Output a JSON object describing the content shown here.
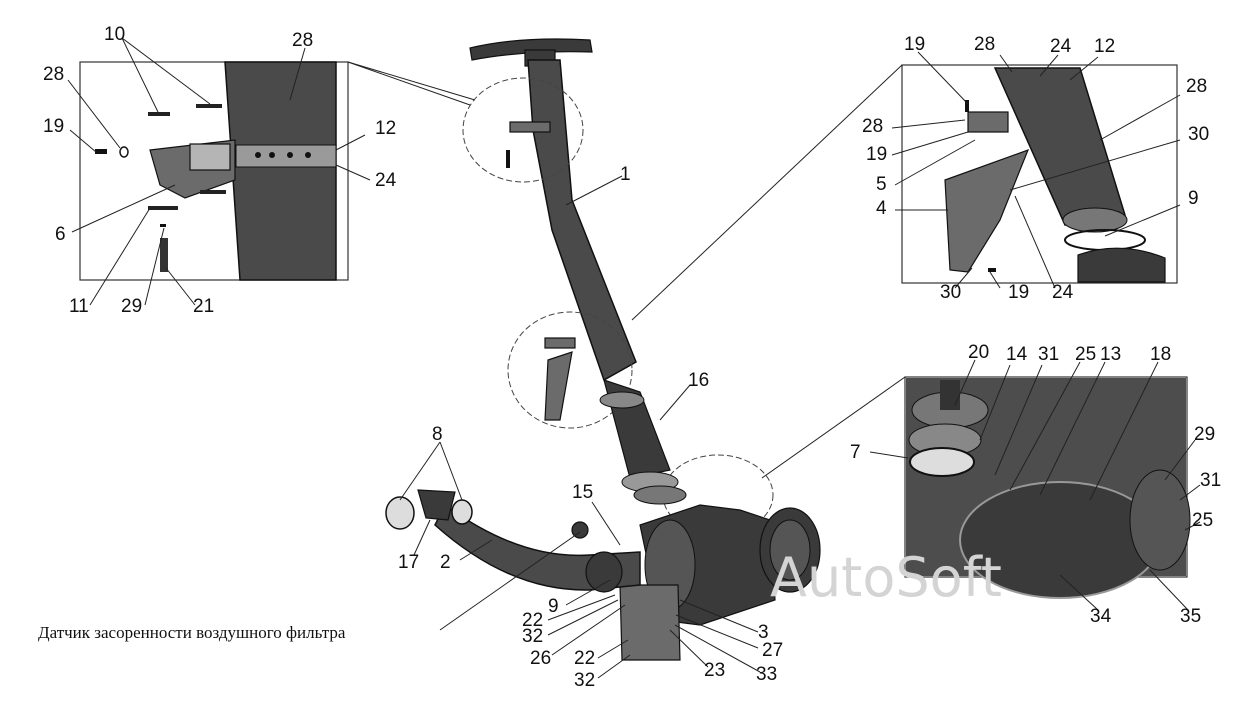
{
  "sensor_caption": "Датчик засоренности воздушного фильтра",
  "watermark": "AutoSoft",
  "callouts": {
    "left_inset": [
      "10",
      "28",
      "28",
      "19",
      "12",
      "24",
      "6",
      "11",
      "29",
      "21"
    ],
    "right_inset": [
      "19",
      "28",
      "24",
      "12",
      "28",
      "28",
      "30",
      "19",
      "5",
      "4",
      "9",
      "30",
      "19",
      "24"
    ],
    "lower_inset": [
      "20",
      "14",
      "31",
      "25",
      "13",
      "18",
      "7",
      "29",
      "31",
      "25",
      "34",
      "35"
    ],
    "main": [
      "1",
      "16",
      "8",
      "15",
      "17",
      "2",
      "9",
      "22",
      "32",
      "26",
      "22",
      "32",
      "3",
      "27",
      "23",
      "33"
    ]
  },
  "colors": {
    "ink": "#111111",
    "metal_dark": "#3a3a3a",
    "metal_mid": "#6b6b6b",
    "watermark": "#d4d4d4"
  }
}
